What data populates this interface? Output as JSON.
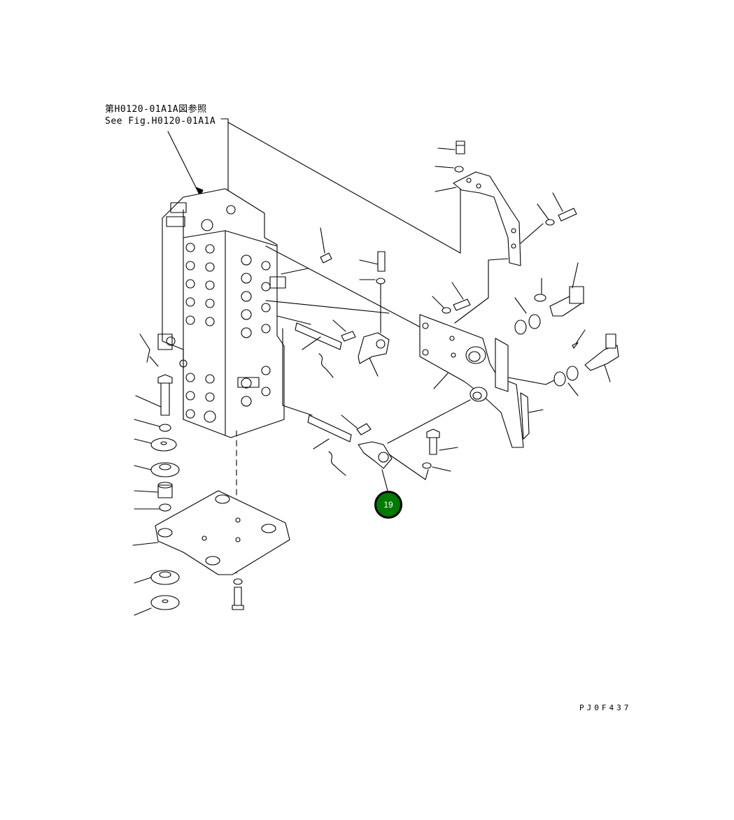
{
  "reference_note": {
    "line_jp": "第H0120-01A1A図参照",
    "line_en": "See Fig.H0120-01A1A"
  },
  "figure_code": "PJ0F437",
  "callouts": [
    {
      "label": "19",
      "color": "#007a00"
    }
  ]
}
